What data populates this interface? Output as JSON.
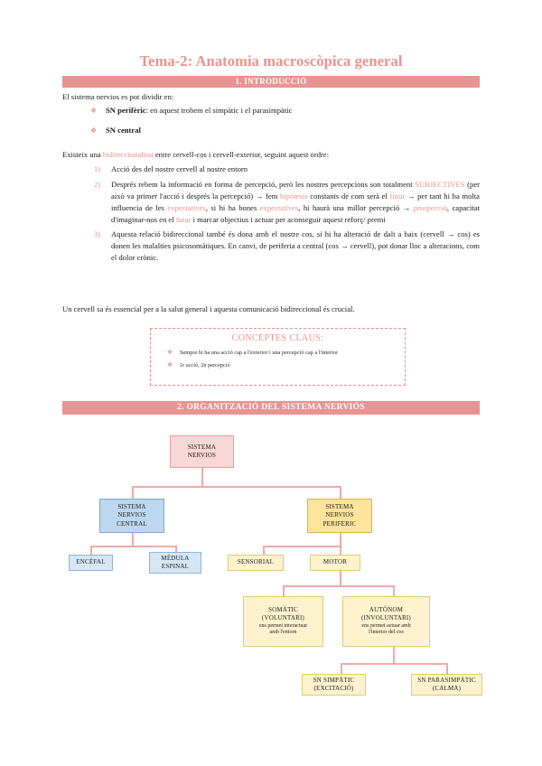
{
  "document": {
    "title": "Tema-2: Anatomia macroscòpica general"
  },
  "sections": {
    "intro": {
      "heading": "1. INTRODUCCIÓ",
      "lead": "El sistema nervios es pot dividir en:",
      "bullets": [
        {
          "marker": "❖",
          "strong": "SN perifèric",
          "rest": ": en aquest trobem el simpàtic i el parasimpàtic"
        },
        {
          "marker": "❖",
          "strong": "SN central",
          "rest": ""
        }
      ],
      "existeix_pre": "Existeix una ",
      "existeix_kw": "bidireccionalitat",
      "existeix_post": " entre cervell-cos i cervell-exterior, seguint aquest ordre:",
      "items": [
        {
          "marker": "1)",
          "text": "Acció des del nostre cervell al nostre entorn"
        },
        {
          "marker": "2)",
          "text": "Després rebem la informació en forma de percepció, però les nostres percepcions son totalment SUBJECTIVES (per això va primer l'acció i després la percepció) → fem hipòtesis constants de com serà el futur → per tant hi ha molta influencia de les expectatives, si hi ha bones expectatives, hi haurà una millor percepció → prospecció, capacitat d'imaginar-nos en el futur i marcar objectius i actuar per aconseguir aquest reforç/ premi"
        },
        {
          "marker": "3)",
          "text": "Aquesta relació bidireccional també és dona amb el nostre cos, si hi ha alteració de dalt a baix (cervell → cos) es donen les malalties psicosomàtiques. En canvi, de periferia a central (cos → cervell), pot donar lloc a alteracions, com el dolor crònic."
        }
      ],
      "closing": "Un cervell sa és essencial per a la salut general i aquesta comunicació bidireccional és crucial."
    },
    "concepts_box": {
      "title": "CONCEPTES CLAUS:",
      "items": [
        {
          "marker": "❖",
          "text": "Sempre hi ha una acció cap a l'exterior i una percepció cap a l'interior"
        },
        {
          "marker": "❖",
          "text": "1r acció, 2n percepció"
        }
      ]
    },
    "organitzacio": {
      "heading": "2. ORGANITZACIÓ DEL SISTEMA NERVIÓS"
    }
  },
  "diagram": {
    "nodes": {
      "sistema_nervios": {
        "line1": "SISTEMA",
        "line2": "NERVIOS"
      },
      "snc": {
        "line1": "SISTEMA",
        "line2": "NERVIOS",
        "line3": "CENTRAL"
      },
      "snp": {
        "line1": "SISTEMA",
        "line2": "NERVIOS",
        "line3": "PERIFERIC"
      },
      "encefal": {
        "line1": "ENCÈFAL"
      },
      "medula": {
        "line1": "MÈDULA",
        "line2": "ESPINAL"
      },
      "sensorial": {
        "line1": "SENSORIAL"
      },
      "motor": {
        "line1": "MOTOR"
      },
      "somatic": {
        "line1": "SOMÀTIC",
        "line2": "(VOLUNTARI)",
        "sub1": "ens permet interactuar",
        "sub2": "amb l'entorn"
      },
      "autonom": {
        "line1": "AUTÒNOM",
        "line2": "(INVOLUNTARI)",
        "sub1": "ens permet actuar amb",
        "sub2": "l'interior del cos"
      },
      "simpatic": {
        "line1": "SN SIMPÀTIC",
        "line2": "(EXCITACIÓ)"
      },
      "parasimpatic": {
        "line1": "SN PARASIMPÀTIC",
        "line2": "(CALMA)"
      }
    }
  },
  "colors": {
    "accent_pink": "#e79494",
    "title_pink": "#e8938f",
    "node_pink": "#f8d7d7",
    "node_blue": "#bdd7ee",
    "node_gold": "#ffe49b",
    "node_cream": "#fff3cf",
    "connector": "#f0a9a9"
  }
}
